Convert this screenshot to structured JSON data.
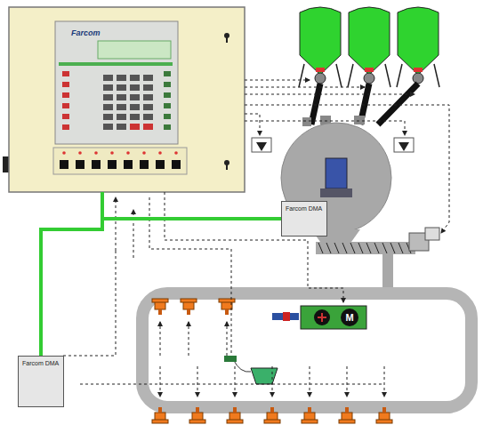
{
  "diagram": {
    "nodes": [
      {
        "text": [
          "Farcom"
        ]
      },
      {
        "text": [
          "Farcom DMA"
        ]
      },
      {
        "text": [
          "Farcom DMA"
        ]
      },
      {
        "text": [
          "M"
        ]
      }
    ],
    "edges": [
      {
        "from": 0,
        "to": 1,
        "arrow": "none"
      },
      {
        "from": 0,
        "to": 2,
        "arrow": "none"
      }
    ]
  }
}
